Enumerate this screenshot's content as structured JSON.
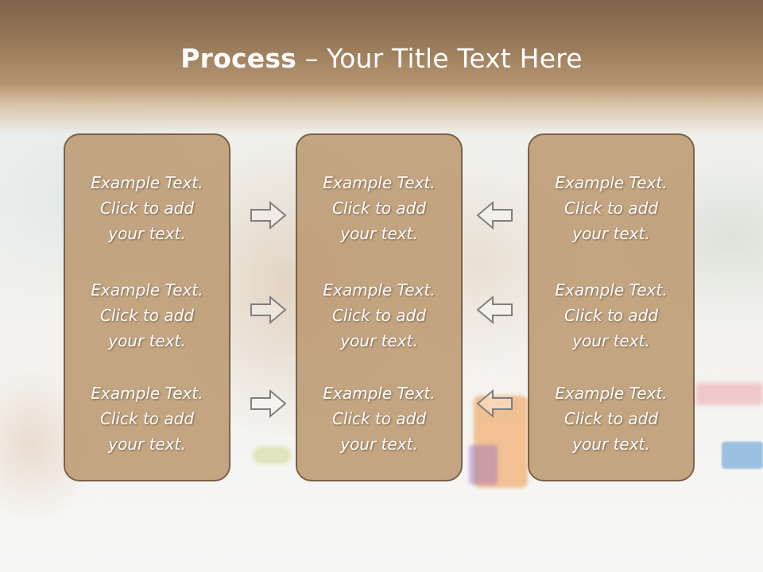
{
  "slide": {
    "title_bold": "Process",
    "title_rest": " – Your Title Text Here"
  },
  "columns": [
    {
      "items": [
        {
          "line1": "Example Text.",
          "line2": "Click  to add",
          "line3": "your text."
        },
        {
          "line1": "Example Text.",
          "line2": "Click  to add",
          "line3": "your text."
        },
        {
          "line1": "Example Text.",
          "line2": "Click  to add",
          "line3": "your text."
        }
      ]
    },
    {
      "items": [
        {
          "line1": "Example Text.",
          "line2": "Click  to add",
          "line3": "your text."
        },
        {
          "line1": "Example Text.",
          "line2": "Click  to add",
          "line3": "your text."
        },
        {
          "line1": "Example Text.",
          "line2": "Click  to add",
          "line3": "your text."
        }
      ]
    },
    {
      "items": [
        {
          "line1": "Example Text.",
          "line2": "Click  to add",
          "line3": "your text."
        },
        {
          "line1": "Example Text.",
          "line2": "Click  to add",
          "line3": "your text."
        },
        {
          "line1": "Example Text.",
          "line2": "Click  to add",
          "line3": "your text."
        }
      ]
    }
  ],
  "icons": {
    "left_arrows": "arrow-right-icon",
    "right_arrows": "arrow-left-icon"
  },
  "colors": {
    "header": "#9b7c5b",
    "panel_fill": "#bc9a72",
    "panel_border": "#7a6147",
    "text": "#ffffff"
  }
}
